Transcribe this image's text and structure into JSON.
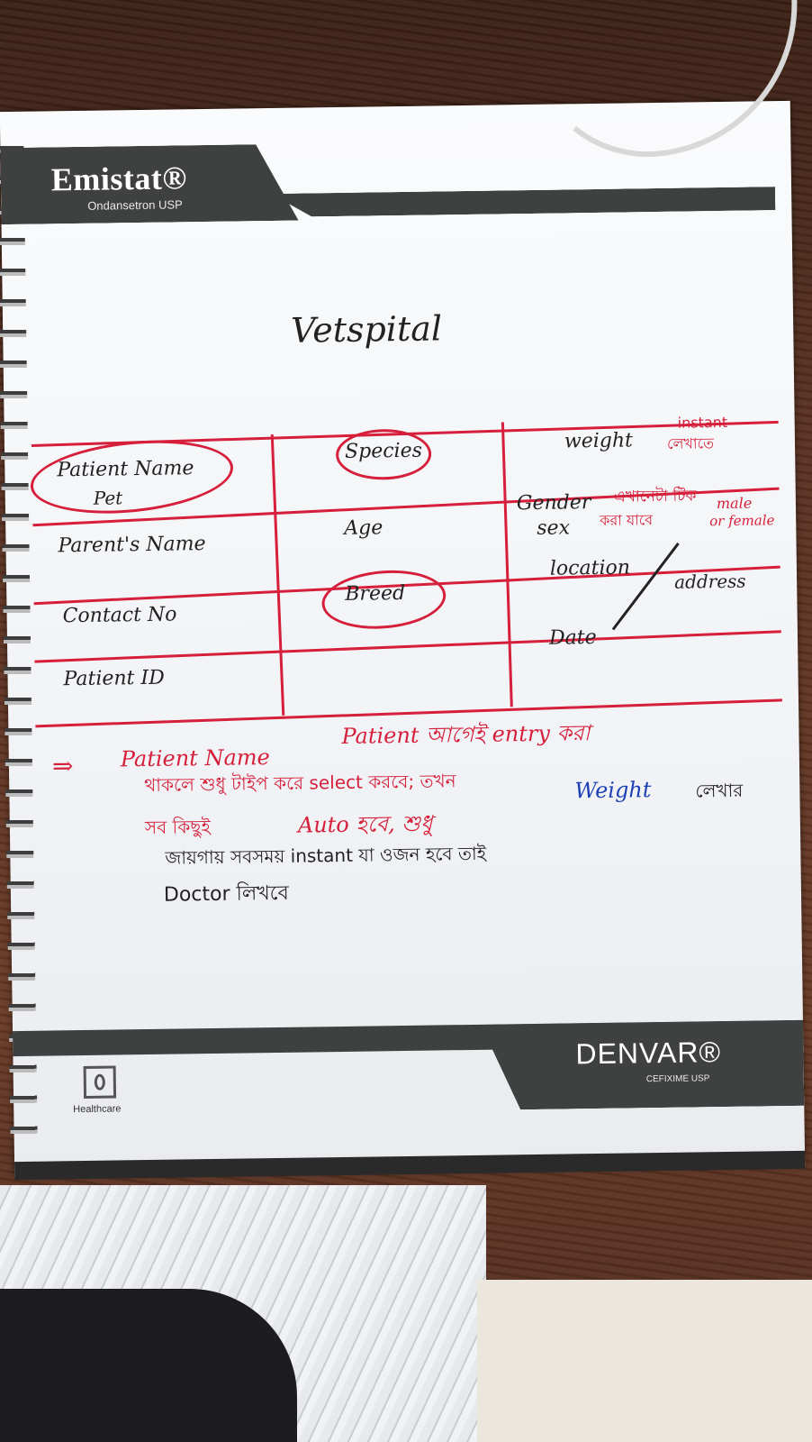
{
  "header": {
    "brand": "Emistat®",
    "brand_sub": "Ondansetron USP"
  },
  "title": "Vetspital",
  "table": {
    "col1": [
      "Patient Name",
      "Pet",
      "Parent's Name",
      "Contact No",
      "Patient ID"
    ],
    "col2": [
      "Species",
      "Age",
      "Breed"
    ],
    "col3": [
      "weight",
      "Gender",
      "sex",
      "location",
      "address",
      "Date"
    ],
    "weight_note": [
      "instant",
      "লেখাতে"
    ],
    "gender_note": [
      "এখানেটা টিক",
      "করা যাবে",
      "male",
      "or female"
    ]
  },
  "note": {
    "line1_a": "Patient Name",
    "line1_b": "Patient আগেই entry করা",
    "line2": "থাকলে শুধু টাইপ করে select করবে; তখন",
    "line3_a": "সব কিছুই",
    "line3_b": "Auto হবে, শুধু",
    "line3_c": "Weight",
    "line3_d": "লেখার",
    "line4": "জায়গায় সবসময় instant যা ওজন হবে তাই",
    "line5": "Doctor লিখবে"
  },
  "footer": {
    "brand": "DENVAR®",
    "brand_sub": "CEFIXIME USP",
    "left_label": "Healthcare"
  }
}
